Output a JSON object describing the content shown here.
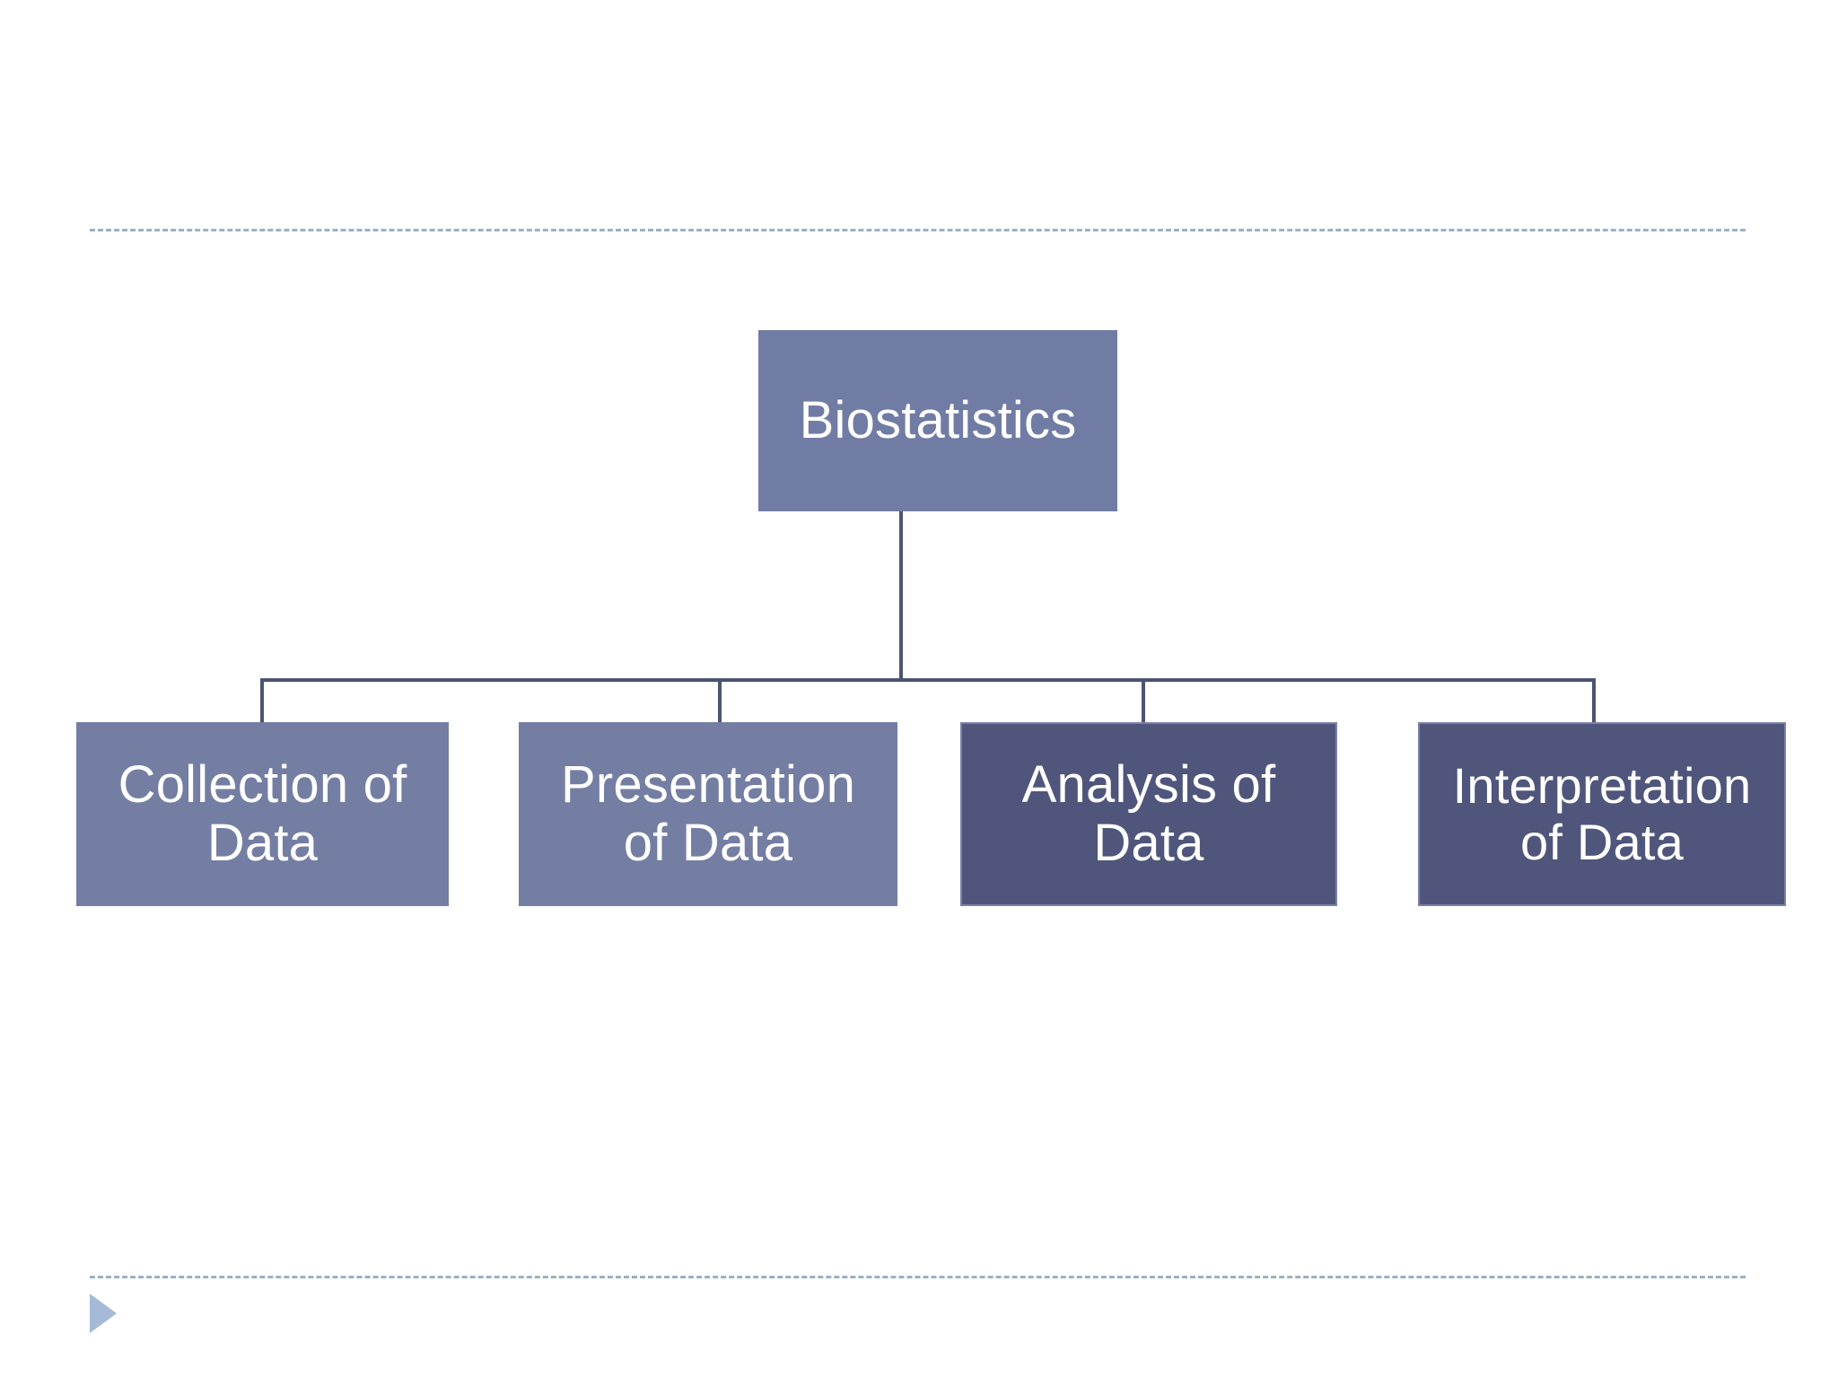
{
  "slide": {
    "background_color": "#ffffff",
    "decor": {
      "top_rule_color": "#9bb0c4",
      "bottom_rule_color": "#9bb0c4",
      "bullet_color": "#a4bad6",
      "bullet_glyph": "triangle-right"
    }
  },
  "chart_data": {
    "type": "diagram",
    "diagram_kind": "org-chart",
    "title": "",
    "root": {
      "id": "biostatistics",
      "label": "Biostatistics",
      "fill": "#717ca4",
      "text_color": "#ffffff"
    },
    "children": [
      {
        "id": "collection-of-data",
        "label": "Collection of\nData",
        "fill": "#747ea3",
        "text_color": "#ffffff",
        "emphasis": false
      },
      {
        "id": "presentation-of-data",
        "label": "Presentation\nof Data",
        "fill": "#747ea3",
        "text_color": "#ffffff",
        "emphasis": false
      },
      {
        "id": "analysis-of-data",
        "label": "Analysis of\nData",
        "fill": "#4f557b",
        "text_color": "#ffffff",
        "emphasis": true
      },
      {
        "id": "interpretation-of-data",
        "label": "Interpretation\nof Data",
        "fill": "#4f557b",
        "text_color": "#ffffff",
        "emphasis": true
      }
    ],
    "connector_color": "#4b5472",
    "levels": 2,
    "child_count": 4
  }
}
